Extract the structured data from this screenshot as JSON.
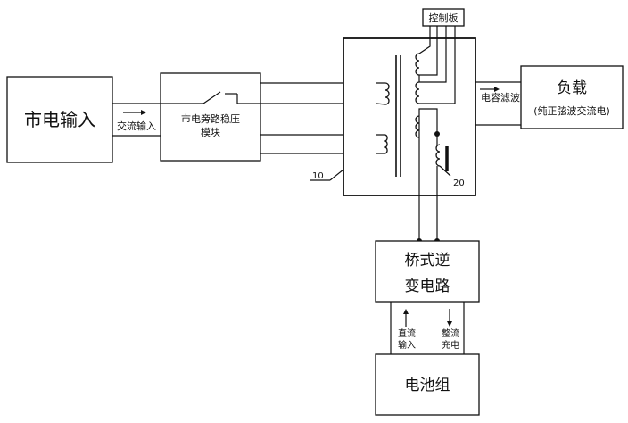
{
  "blocks": {
    "mains_input": "市电输入",
    "bypass_line1": "市电旁路稳压",
    "bypass_line2": "模块",
    "control_board": "控制板",
    "load_title": "负载",
    "load_sub": "(纯正弦波交流电)",
    "inverter_line1": "桥式逆",
    "inverter_line2": "变电路",
    "battery": "电池组"
  },
  "labels": {
    "ac_input": "交流输入",
    "cap_filter": "电容滤波",
    "ref_10": "10",
    "ref_20": "20",
    "dc_input_1": "直流",
    "dc_input_2": "输入",
    "rect_charge_1": "整流",
    "rect_charge_2": "充电"
  }
}
